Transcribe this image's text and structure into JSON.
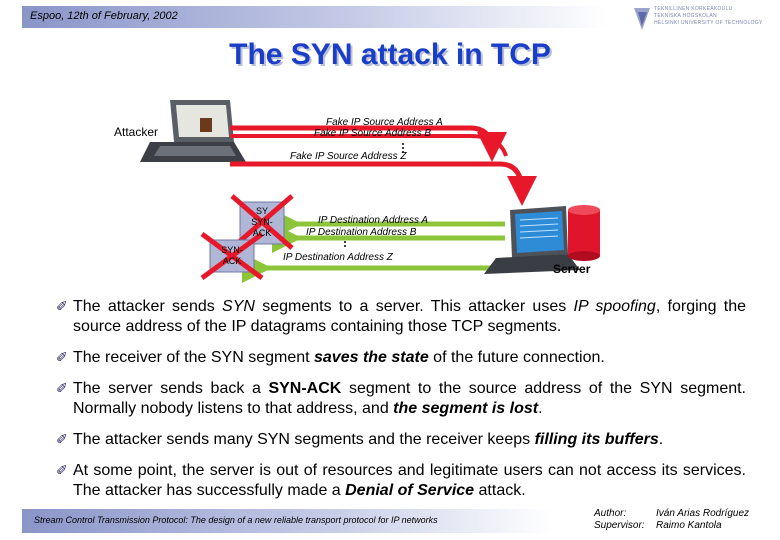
{
  "header": {
    "place_date": "Espoo, 12th of February, 2002",
    "logo_lines": [
      "TEKNILLINEN KORKEAKOULU",
      "TEKNISKA HÖGSKOLAN",
      "HELSINKI UNIVERSITY OF TECHNOLOGY"
    ]
  },
  "title": "The SYN attack in TCP",
  "diagram": {
    "attacker_label": "Attacker",
    "server_label": "Server",
    "source_labels": [
      "Fake IP Source Address A",
      "Fake IP Source Address B",
      "Fake IP Source Address Z"
    ],
    "dest_labels": [
      "IP Destination Address A",
      "IP Destination Address B",
      "IP Destination Address Z"
    ],
    "synack_labels": [
      "SY",
      "SYN-",
      "ACK",
      "SYN-",
      "ACK"
    ],
    "colors": {
      "attack_arrow": "#e8182b",
      "reply_arrow": "#8cc43a",
      "server_db": "#e0142a"
    }
  },
  "bullets": [
    {
      "parts": [
        {
          "t": "The attacker sends "
        },
        {
          "t": "SYN",
          "s": "i"
        },
        {
          "t": " segments to a server. This attacker uses "
        },
        {
          "t": "IP spoofing",
          "s": "i"
        },
        {
          "t": ", forging the source address of the IP datagrams containing those TCP segments."
        }
      ]
    },
    {
      "parts": [
        {
          "t": "The receiver of the SYN segment "
        },
        {
          "t": "saves the state",
          "s": "bi"
        },
        {
          "t": " of the future connection."
        }
      ]
    },
    {
      "parts": [
        {
          "t": "The server sends back a "
        },
        {
          "t": "SYN-ACK",
          "s": "b"
        },
        {
          "t": " segment to the source address of the SYN segment. Normally nobody listens to that address, and "
        },
        {
          "t": "the segment is lost",
          "s": "bi"
        },
        {
          "t": "."
        }
      ]
    },
    {
      "parts": [
        {
          "t": "The attacker sends many SYN segments and the receiver keeps "
        },
        {
          "t": "filling its buffers",
          "s": "bi"
        },
        {
          "t": "."
        }
      ]
    },
    {
      "parts": [
        {
          "t": "At some point, the server is out of resources and legitimate users can not access its services. The attacker has successfully made a "
        },
        {
          "t": "Denial of Service",
          "s": "bi"
        },
        {
          "t": " attack."
        }
      ]
    }
  ],
  "footer": {
    "thesis_title": "Stream Control Transmission Protocol: The design of a new reliable transport protocol for IP networks",
    "author_key": "Author:",
    "author_value": "Iván Arias Rodríguez",
    "supervisor_key": "Supervisor:",
    "supervisor_value": "Raimo Kantola"
  }
}
